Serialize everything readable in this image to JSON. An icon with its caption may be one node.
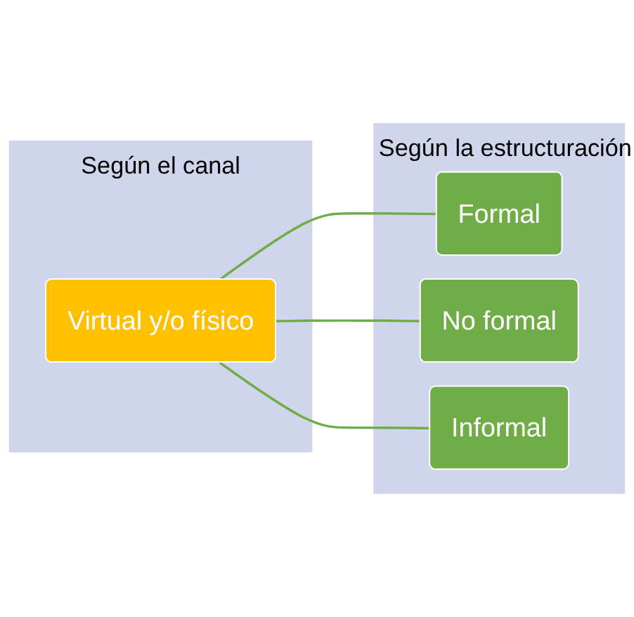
{
  "diagram": {
    "nodes": [
      {
        "text": [
          "Según el canal"
        ]
      },
      {
        "text": [
          "Virtual y/o físico"
        ],
        "in": 0
      },
      {
        "text": [
          "Según la estructuración"
        ]
      },
      {
        "text": [
          "Formal"
        ],
        "in": 2
      },
      {
        "text": [
          "No formal"
        ],
        "in": 2
      },
      {
        "text": [
          "Informal"
        ],
        "in": 2
      }
    ],
    "edges": [
      {
        "from": 1,
        "to": 3,
        "arrow": "none"
      },
      {
        "from": 1,
        "to": 4,
        "arrow": "none"
      },
      {
        "from": 1,
        "to": 5,
        "arrow": "none"
      }
    ]
  }
}
